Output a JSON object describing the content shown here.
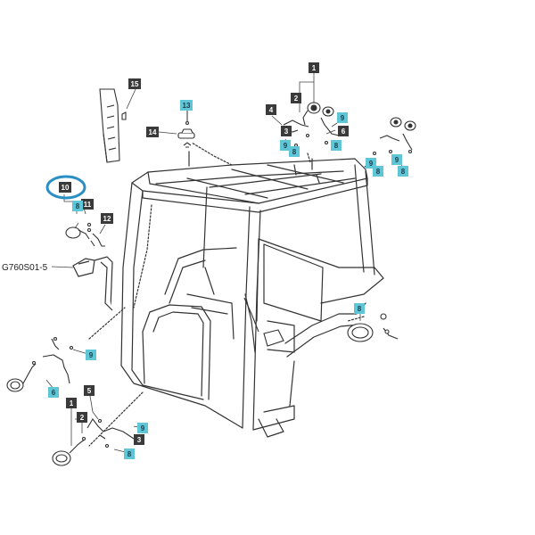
{
  "colors": {
    "dark_callout": "#3a3a3a",
    "cyan_callout": "#5fc6d8",
    "highlight_ring": "#2a8fc4",
    "line_art": "#333333"
  },
  "reference_code": "G760S01-5",
  "callouts": {
    "c1_top": "1",
    "c2_top": "2",
    "c4": "4",
    "c9_top": "9",
    "c8_top": "8",
    "c9_top_b": "9",
    "c6": "6",
    "c3_top": "3",
    "c9_right": "9",
    "c8_right_a": "8",
    "c9_right_b": "9",
    "c8_right_b": "8",
    "c15": "15",
    "c13": "13",
    "c14": "14",
    "c10": "10",
    "c11": "11",
    "c8_left": "8",
    "c12": "12",
    "c8_mid": "8",
    "c9_left": "9",
    "c6_left": "6",
    "c5": "5",
    "c1_bottom": "1",
    "c2_bottom": "2",
    "c9_bottom": "9",
    "c3_bottom": "3",
    "c8_bottom": "8"
  }
}
